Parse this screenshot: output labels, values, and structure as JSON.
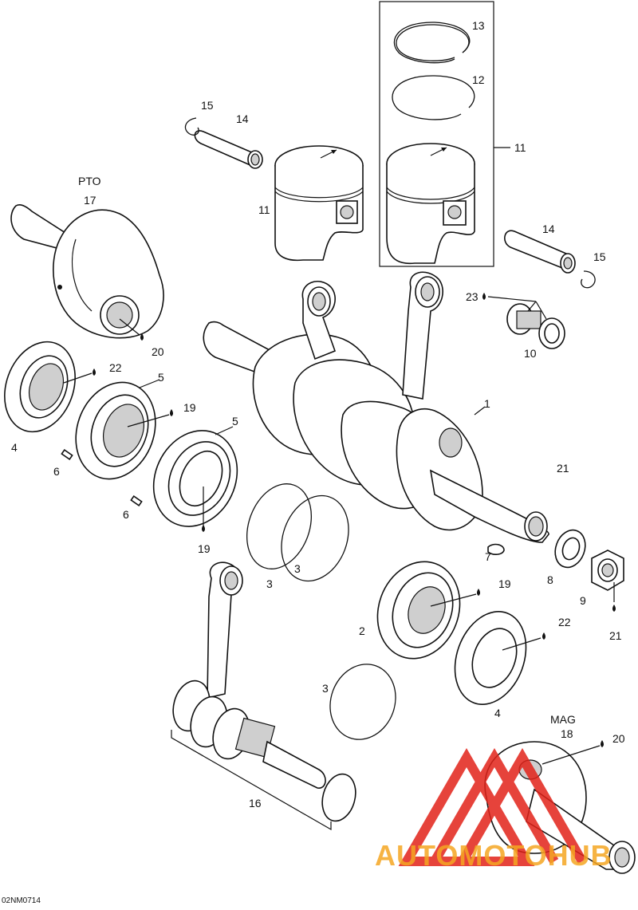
{
  "figure_code": "02NM0714",
  "watermark": {
    "text": "AUTOMOTOHUB",
    "color_red": "#e2231a",
    "color_orange": "#f5a623"
  },
  "section_labels": {
    "pto": "PTO",
    "mag": "MAG"
  },
  "callouts": {
    "c1": "1",
    "c2": "2",
    "c3a": "3",
    "c3b": "3",
    "c3c": "3",
    "c4a": "4",
    "c4b": "4",
    "c5a": "5",
    "c5b": "5",
    "c6a": "6",
    "c6b": "6",
    "c7": "7",
    "c8": "8",
    "c9": "9",
    "c10": "10",
    "c11a": "11",
    "c11b": "11",
    "c12": "12",
    "c13": "13",
    "c14a": "14",
    "c14b": "14",
    "c15a": "15",
    "c15b": "15",
    "c16": "16",
    "c17": "17",
    "c18": "18",
    "c19a": "19",
    "c19b": "19",
    "c19c": "19",
    "c20a": "20",
    "c20b": "20",
    "c21a": "21",
    "c21b": "21",
    "c22a": "22",
    "c22b": "22",
    "c23": "23"
  }
}
